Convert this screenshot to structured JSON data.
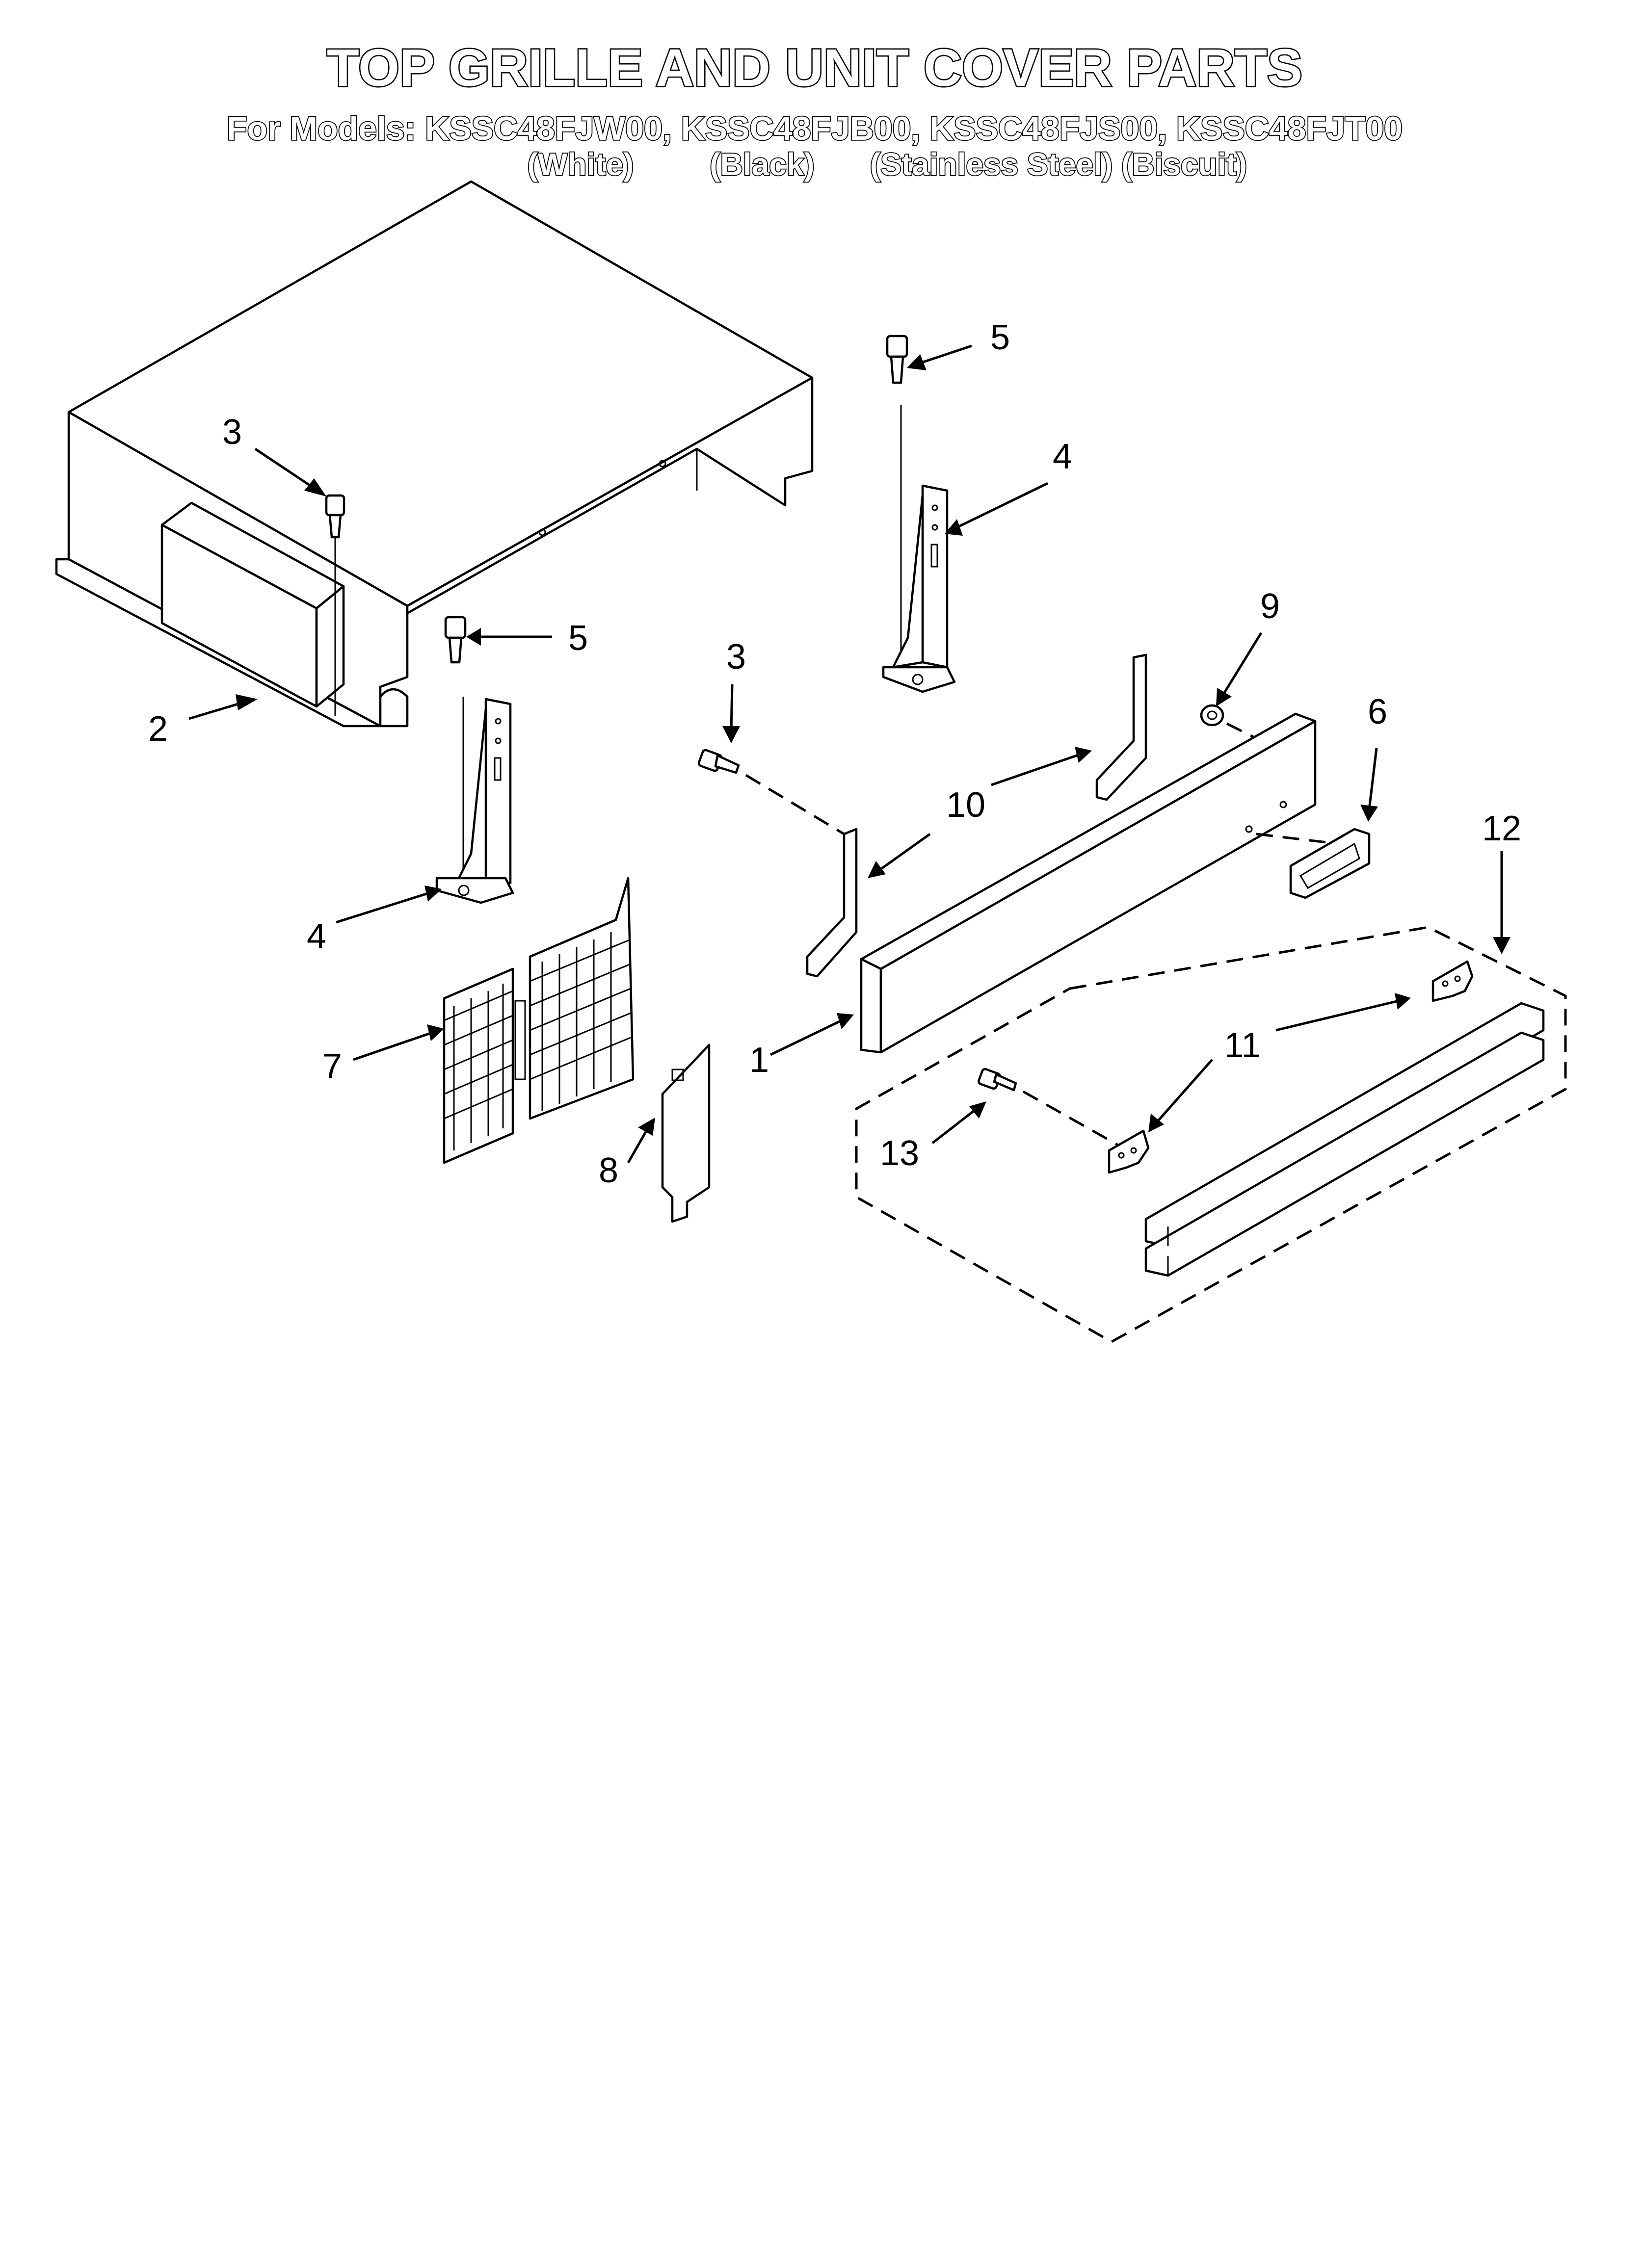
{
  "header": {
    "title": "TOP GRILLE AND UNIT COVER PARTS",
    "models_line": "For Models: KSSC48FJW00, KSSC48FJB00, KSSC48FJS00, KSSC48FJT00",
    "colors": [
      "(White)",
      "(Black)",
      "(Stainless Steel)",
      "(Biscuit)"
    ]
  },
  "callouts": {
    "unit_cover": "2",
    "screw_left": "3",
    "screw_center": "3",
    "bracket_top_right": "4",
    "bracket_left": "4",
    "screw_top_right": "5",
    "screw_left_bracket": "5",
    "grille_panel": "1",
    "clip_6": "6",
    "grille_7": "7",
    "baffle_8": "8",
    "nut_9": "9",
    "bracket_10": "10",
    "clip_11": "11",
    "trim_kit_12": "12",
    "screw_13": "13"
  }
}
